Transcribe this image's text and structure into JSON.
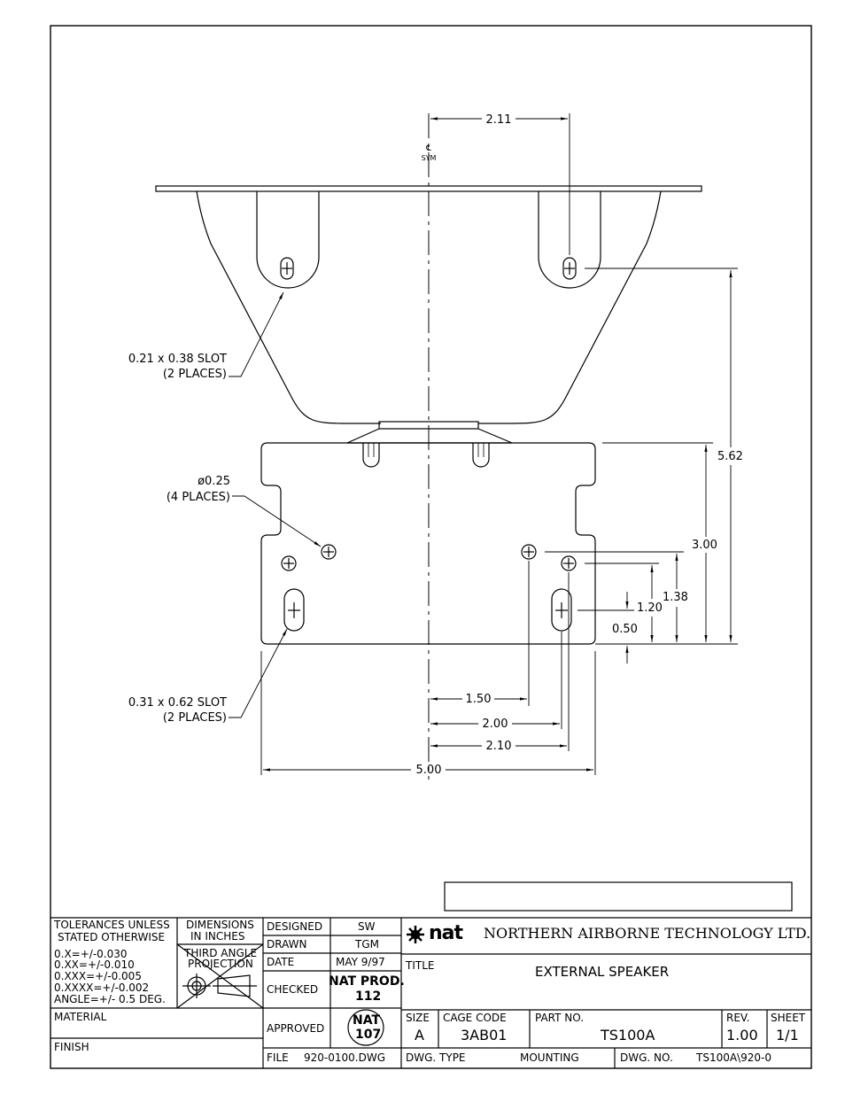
{
  "dimensions": {
    "d_2_11": "2.11",
    "sym_c": "℄",
    "sym": "SYM",
    "d_5_62": "5.62",
    "d_3_00": "3.00",
    "d_1_38": "1.38",
    "d_1_20": "1.20",
    "d_0_50": "0.50",
    "d_1_50": "1.50",
    "d_2_00": "2.00",
    "d_2_10": "2.10",
    "d_5_00": "5.00"
  },
  "callouts": {
    "slot_small_1": "0.21 x 0.38 SLOT",
    "slot_small_2": "(2 PLACES)",
    "hole_1": "ø0.25",
    "hole_2": "(4 PLACES)",
    "slot_large_1": "0.31 x 0.62 SLOT",
    "slot_large_2": "(2 PLACES)"
  },
  "title_block": {
    "tolerances_1": "TOLERANCES UNLESS",
    "tolerances_2": "STATED OTHERWISE",
    "tol_x": "0.X=+/-0.030",
    "tol_xx": "0.XX=+/-0.010",
    "tol_xxx": "0.XXX=+/-0.005",
    "tol_xxxx": "0.XXXX=+/-0.002",
    "tol_angle": "ANGLE=+/- 0.5 DEG.",
    "dimensions_1": "DIMENSIONS",
    "dimensions_2": "IN INCHES",
    "projection_1": "THIRD ANGLE",
    "projection_2": "PROJECTION",
    "material_label": "MATERIAL",
    "finish_label": "FINISH",
    "designed_label": "DESIGNED",
    "designed_value": "SW",
    "drawn_label": "DRAWN",
    "drawn_value": "TGM",
    "date_label": "DATE",
    "date_value": "MAY 9/97",
    "checked_label": "CHECKED",
    "checked_value_1": "NAT PROD.",
    "checked_value_2": "112",
    "approved_label": "APPROVED",
    "approved_value_1": "NAT",
    "approved_value_2": "107",
    "file_label": "FILE",
    "file_value": "920-0100.DWG",
    "logo_text": "nat",
    "company": "NORTHERN AIRBORNE TECHNOLOGY LTD.",
    "title_label": "TITLE",
    "title_value": "EXTERNAL SPEAKER",
    "size_label": "SIZE",
    "size_value": "A",
    "cage_label": "CAGE CODE",
    "cage_value": "3AB01",
    "part_label": "PART NO.",
    "part_value": "TS100A",
    "rev_label": "REV.",
    "rev_value": "1.00",
    "sheet_label": "SHEET",
    "sheet_value": "1/1",
    "dwg_type_label": "DWG. TYPE",
    "dwg_type_value": "MOUNTING",
    "dwg_no_label": "DWG. NO.",
    "dwg_no_value": "TS100A\\920-0"
  }
}
